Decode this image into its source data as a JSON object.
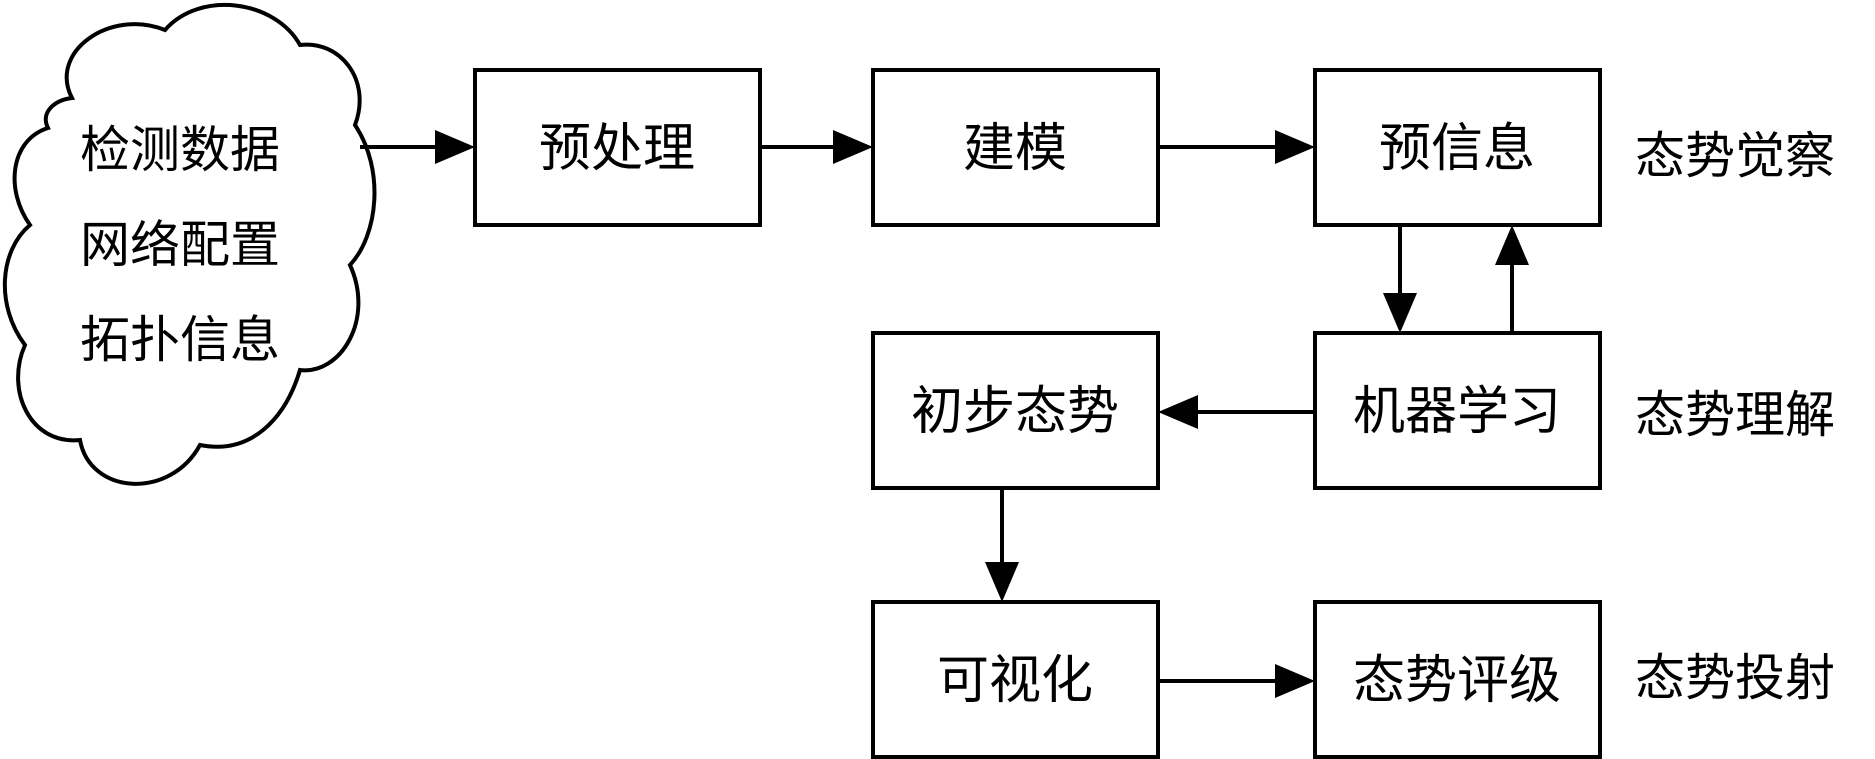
{
  "source": {
    "lines": [
      "检测数据",
      "网络配置",
      "拓扑信息"
    ]
  },
  "boxes": {
    "preprocess": "预处理",
    "modeling": "建模",
    "pre_info": "预信息",
    "machine_learning": "机器学习",
    "initial_situation": "初步态势",
    "visualization": "可视化",
    "situation_rating": "态势评级"
  },
  "stages": {
    "awareness": "态势觉察",
    "understanding": "态势理解",
    "projection": "态势投射"
  },
  "colors": {
    "stroke": "#000000",
    "background": "#ffffff"
  }
}
